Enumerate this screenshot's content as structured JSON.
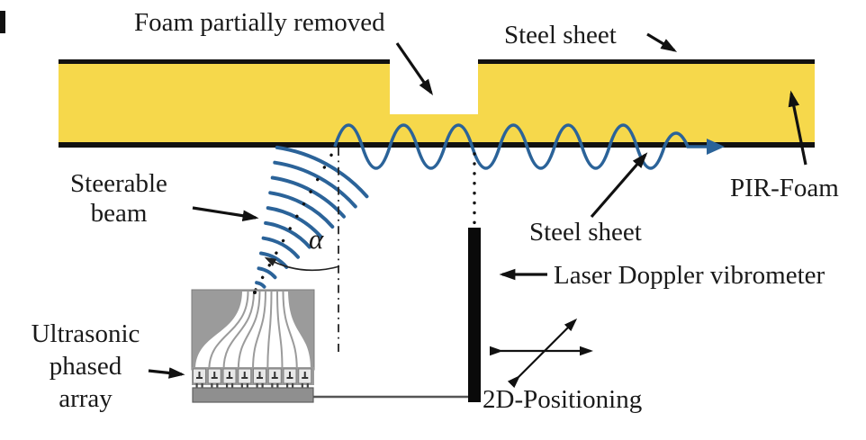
{
  "figure": {
    "description": "Schematic of ultrasonic guided-wave inspection of a steel / PIR-foam sandwich panel with air-coupled phased array excitation and laser Doppler vibrometer sensing",
    "labels": {
      "foam_partially_removed": "Foam partially removed",
      "steel_sheet_top": "Steel sheet",
      "pir_foam": "PIR-Foam",
      "steerable_beam": [
        "Steerable",
        "beam"
      ],
      "alpha": "α",
      "steel_sheet_bottom": "Steel sheet",
      "laser_doppler_vibrometer": "Laser Doppler vibrometer",
      "ultrasonic_phased_array": [
        "Ultrasonic",
        "phased",
        "array"
      ],
      "positioning_2d": "2D-Positioning"
    },
    "colors": {
      "foam": "#F6D84B",
      "steel_line": "#111111",
      "wave_blue": "#2B6399",
      "array_body_gray": "#9B9B9B",
      "array_base_gray": "#8F8F8F",
      "text": "#1A1A1A",
      "background": "#FFFFFF"
    }
  }
}
